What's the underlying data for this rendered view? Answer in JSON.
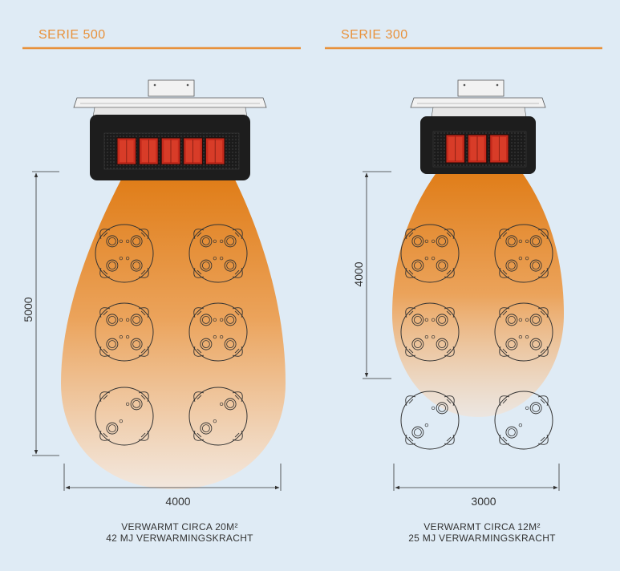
{
  "colors": {
    "background": "#dfebf5",
    "accent": "#e8913a",
    "heat_top": "#e07d18",
    "heat_bottom": "#f6e7da",
    "line": "#333333",
    "text": "#333333"
  },
  "panels": [
    {
      "title": "SERIE 500",
      "depth_label": "5000",
      "width_label": "4000",
      "caption_line1": "VERWARMT CIRCA 20M²",
      "caption_line2": "42 MJ VERWARMINGSKRACHT",
      "burner_count": 5
    },
    {
      "title": "SERIE 300",
      "depth_label": "4000",
      "width_label": "3000",
      "caption_line1": "VERWARMT CIRCA 12M²",
      "caption_line2": "25 MJ VERWARMINGSKRACHT",
      "burner_count": 3
    }
  ]
}
